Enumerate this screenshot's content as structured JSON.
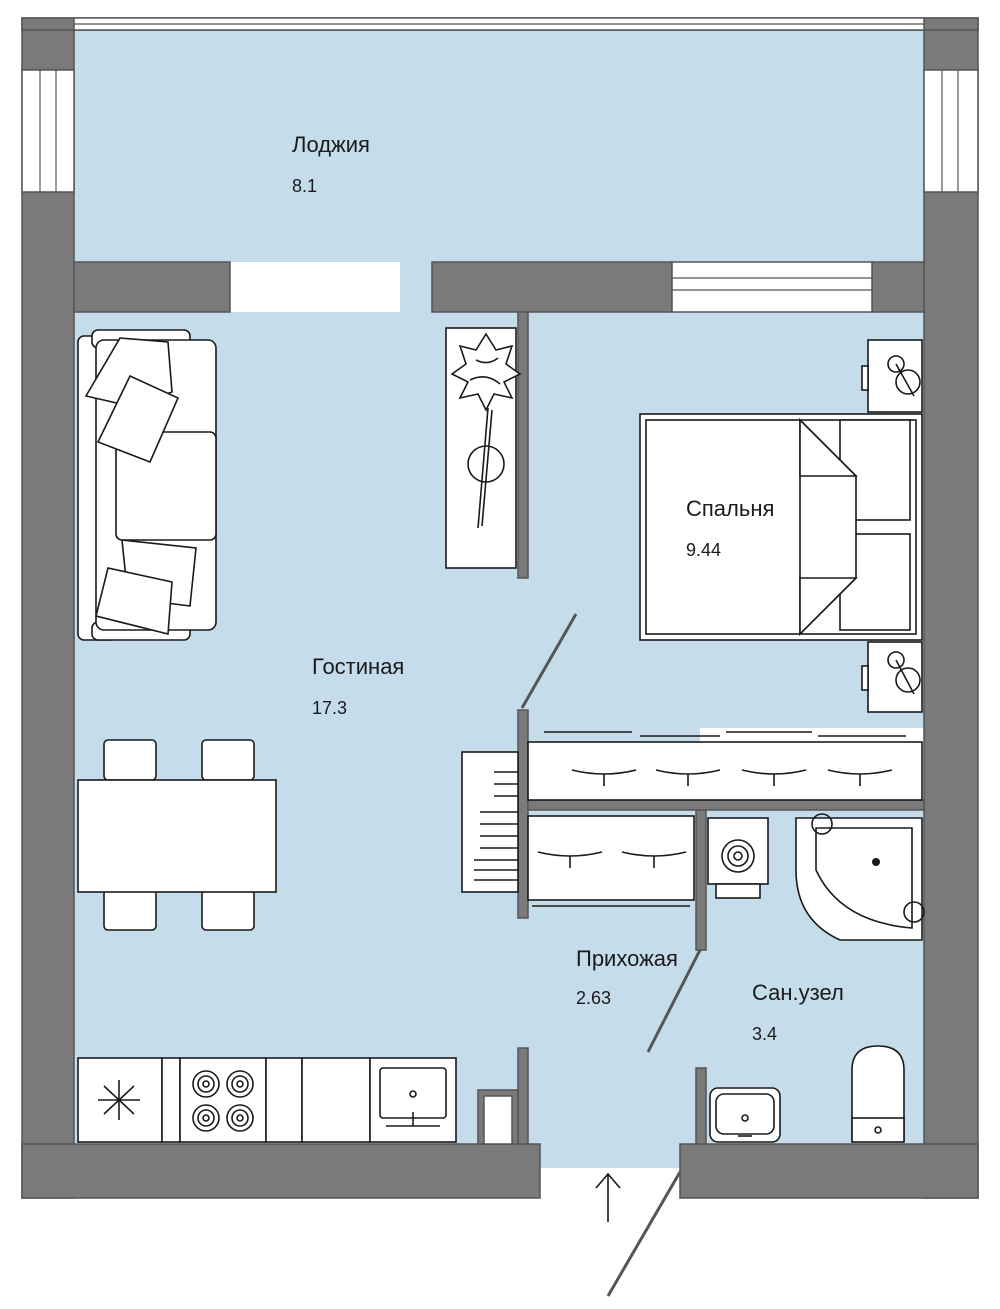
{
  "rooms": {
    "loggia": {
      "name": "Лоджия",
      "area": "8.1"
    },
    "living": {
      "name": "Гостиная",
      "area": "17.3"
    },
    "bedroom": {
      "name": "Спальня",
      "area": "9.44"
    },
    "hall": {
      "name": "Прихожая",
      "area": "2.63"
    },
    "bathroom": {
      "name": "Сан.узел",
      "area": "3.4"
    }
  },
  "colors": {
    "floor": "#c5dcea",
    "wall": "#7a7a7a",
    "furniture": "#ffffff"
  }
}
